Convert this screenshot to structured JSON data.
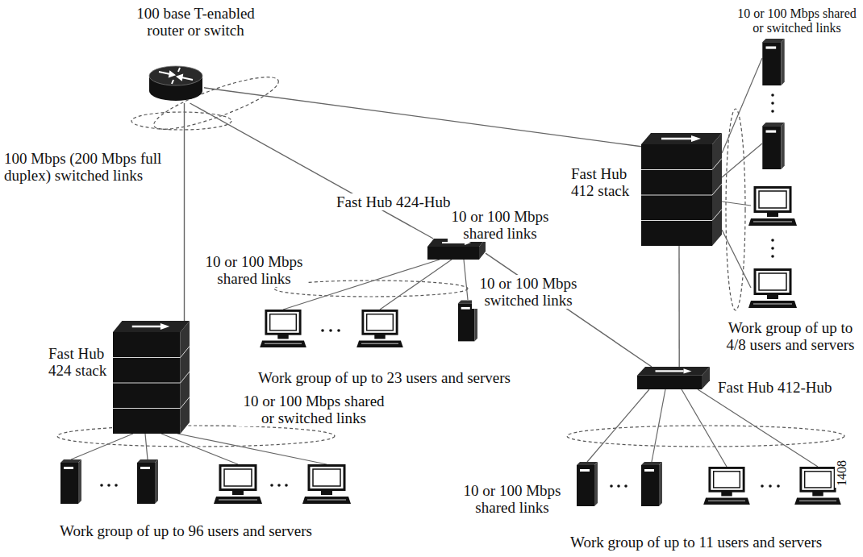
{
  "diagram": {
    "nodes": [
      {
        "text": [
          "100 base T-enabled router or switch"
        ]
      },
      {
        "text": [
          "Fast Hub 424-Hub"
        ]
      },
      {
        "text": [
          "Fast Hub 412 stack"
        ]
      },
      {
        "text": [
          "Fast Hub 424 stack"
        ]
      },
      {
        "text": [
          "Fast Hub 412-Hub"
        ]
      }
    ],
    "edges": [
      {
        "from": 0,
        "to": 3,
        "arrow": "none"
      },
      {
        "from": 0,
        "to": 1,
        "arrow": "none"
      },
      {
        "from": 0,
        "to": 2,
        "arrow": "none"
      },
      {
        "from": 1,
        "to": 4,
        "label": "10 or 100 Mbps switched links",
        "arrow": "none"
      },
      {
        "from": 2,
        "to": 4,
        "arrow": "none"
      }
    ],
    "labels": [
      "10 or 100 Mbps shared or switched links",
      "100 Mbps (200 Mbps full duplex) switched links",
      "10 or 100 Mbps shared links",
      "10 or 100 Mbps shared links",
      "Work group of up to 4/8 users and servers",
      "Work group of up to 23 users and servers",
      "10 or 100 Mbps shared or switched links",
      "1408",
      "10 or 100 Mbps shared links",
      "Work group of up to 96 users and servers",
      "Work group of up to 11 users and servers"
    ]
  }
}
